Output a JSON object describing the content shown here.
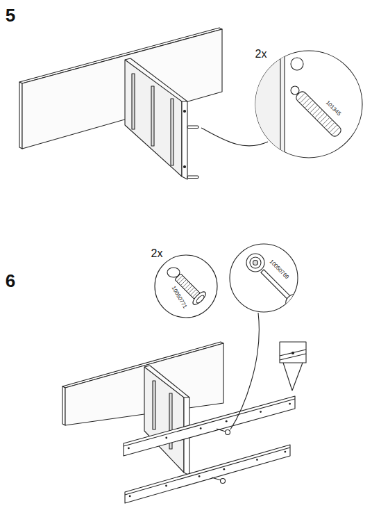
{
  "diagram": {
    "labels": [
      "5",
      "2x",
      "101345",
      "6",
      "2x",
      "10050771",
      "10050769"
    ]
  }
}
